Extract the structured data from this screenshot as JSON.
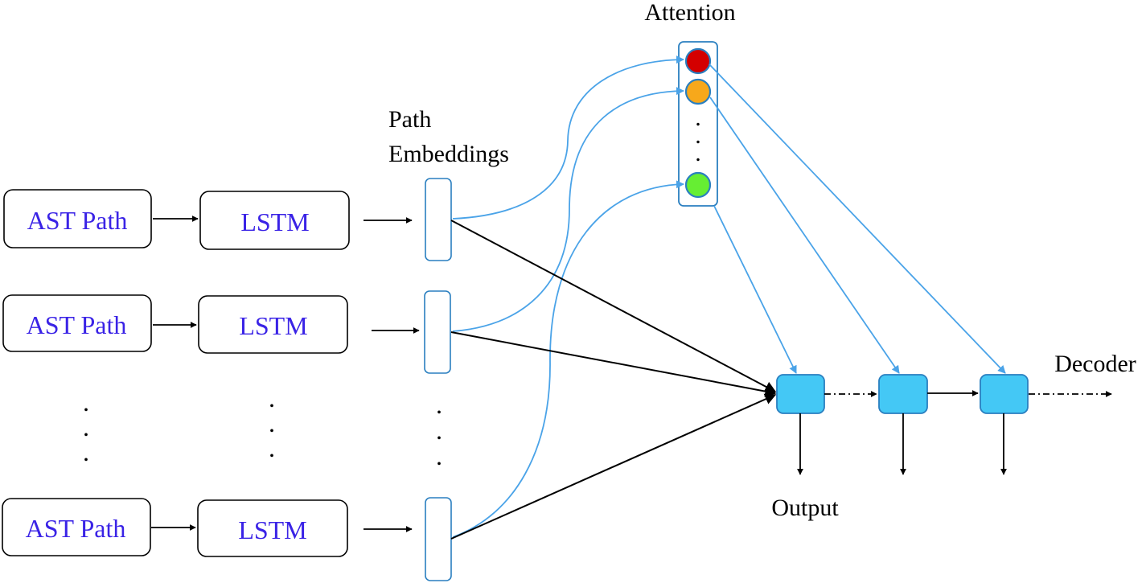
{
  "labels": {
    "attention": "Attention",
    "path_line1": "Path",
    "path_line2": "Embeddings",
    "decoder": "Decoder",
    "output": "Output"
  },
  "rows": [
    {
      "input": "AST Path",
      "encoder": "LSTM"
    },
    {
      "input": "AST Path",
      "encoder": "LSTM"
    },
    {
      "input": "AST Path",
      "encoder": "LSTM"
    }
  ],
  "ellipsis_glyph": ".",
  "colors": {
    "ink": "#000000",
    "blue_text": "#3a23e6",
    "blue_edge": "#4aa3e8",
    "decoder_fill": "#44c8f5",
    "decoder_stroke": "#2a7fc0",
    "attn_red": "#d40000",
    "attn_orange": "#f7a81b",
    "attn_green": "#66ee33"
  }
}
